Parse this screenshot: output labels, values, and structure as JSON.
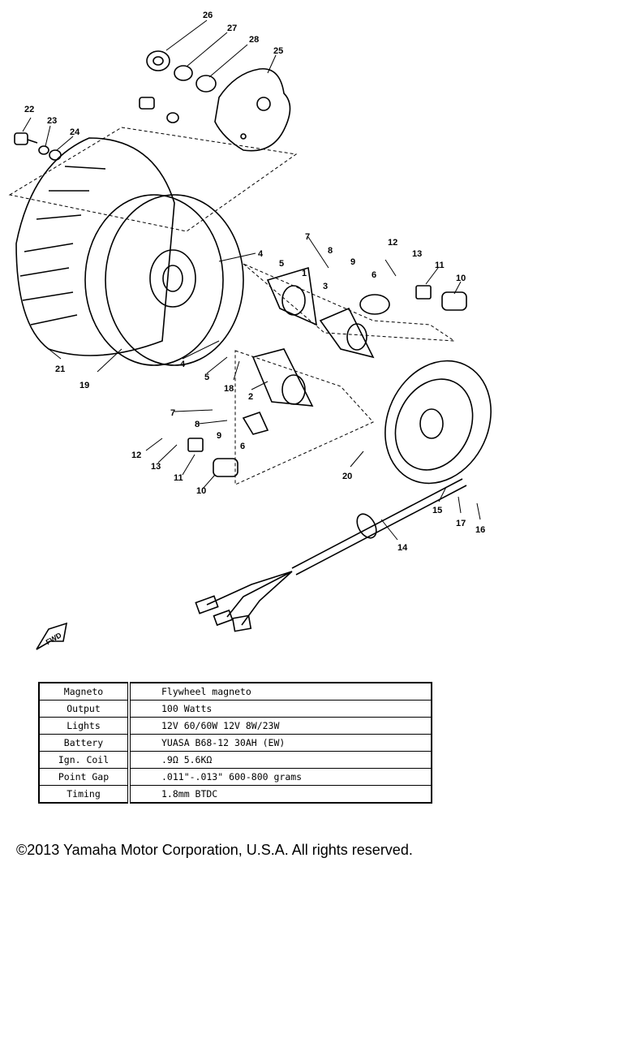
{
  "callouts": [
    {
      "id": "c26",
      "text": "26"
    },
    {
      "id": "c27",
      "text": "27"
    },
    {
      "id": "c28",
      "text": "28"
    },
    {
      "id": "c25",
      "text": "25"
    },
    {
      "id": "c22",
      "text": "22"
    },
    {
      "id": "c23",
      "text": "23"
    },
    {
      "id": "c24",
      "text": "24"
    },
    {
      "id": "c21",
      "text": "21"
    },
    {
      "id": "c19",
      "text": "19"
    },
    {
      "id": "c4a",
      "text": "4"
    },
    {
      "id": "c5a",
      "text": "5"
    },
    {
      "id": "c1",
      "text": "1"
    },
    {
      "id": "c7a",
      "text": "7"
    },
    {
      "id": "c8a",
      "text": "8"
    },
    {
      "id": "c9a",
      "text": "9"
    },
    {
      "id": "c3",
      "text": "3"
    },
    {
      "id": "c6a",
      "text": "6"
    },
    {
      "id": "c12a",
      "text": "12"
    },
    {
      "id": "c13a",
      "text": "13"
    },
    {
      "id": "c11a",
      "text": "11"
    },
    {
      "id": "c10a",
      "text": "10"
    },
    {
      "id": "c4b",
      "text": "4"
    },
    {
      "id": "c5b",
      "text": "5"
    },
    {
      "id": "c18",
      "text": "18"
    },
    {
      "id": "c2",
      "text": "2"
    },
    {
      "id": "c7b",
      "text": "7"
    },
    {
      "id": "c8b",
      "text": "8"
    },
    {
      "id": "c9b",
      "text": "9"
    },
    {
      "id": "c6b",
      "text": "6"
    },
    {
      "id": "c12b",
      "text": "12"
    },
    {
      "id": "c13b",
      "text": "13"
    },
    {
      "id": "c11b",
      "text": "11"
    },
    {
      "id": "c10b",
      "text": "10"
    },
    {
      "id": "c20",
      "text": "20"
    },
    {
      "id": "c15",
      "text": "15"
    },
    {
      "id": "c17",
      "text": "17"
    },
    {
      "id": "c16",
      "text": "16"
    },
    {
      "id": "c14",
      "text": "14"
    }
  ],
  "fwd_label": "FWD",
  "specs": [
    {
      "label": "Magneto",
      "value": "Flywheel  magneto"
    },
    {
      "label": "Output",
      "value": "100  Watts"
    },
    {
      "label": "Lights",
      "value": "12V  60/60W          12V  8W/23W"
    },
    {
      "label": "Battery",
      "value": "YUASA     B68-12     30AH     (EW)"
    },
    {
      "label": "Ign. Coil",
      "value": ".9Ω          5.6KΩ"
    },
    {
      "label": "Point Gap",
      "value": ".011\"-.013\"         600-800 grams"
    },
    {
      "label": "Timing",
      "value": "1.8mm  BTDC"
    }
  ],
  "copyright": "©2013 Yamaha Motor Corporation, U.S.A. All rights reserved."
}
